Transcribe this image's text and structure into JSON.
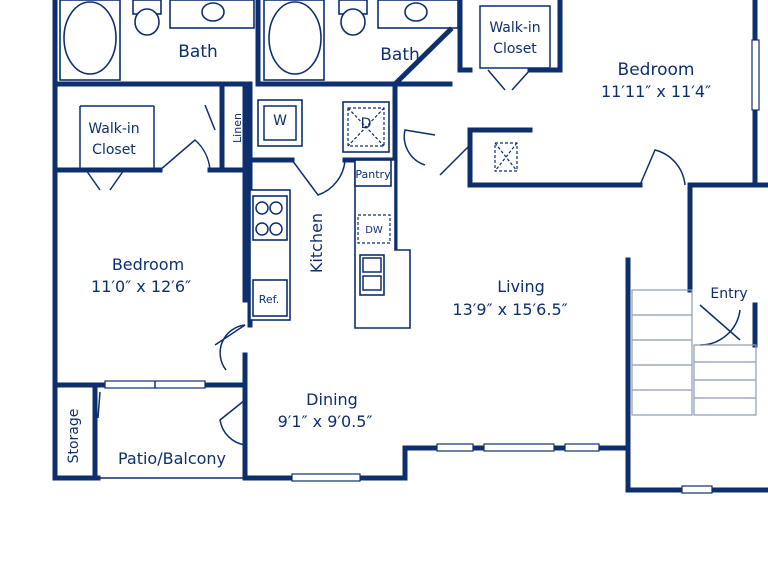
{
  "rooms": {
    "bath_left": "Bath",
    "bath_right": "Bath",
    "walkin_closet_top": [
      "Walk-in",
      "Closet"
    ],
    "walkin_closet_left": [
      "Walk-in",
      "Closet"
    ],
    "bedroom_top": {
      "name": "Bedroom",
      "dims": "11′11″ x 11′4″"
    },
    "bedroom_left": {
      "name": "Bedroom",
      "dims": "11′0″ x 12′6″"
    },
    "linen": "Linen",
    "kitchen": "Kitchen",
    "pantry": "Pantry",
    "living": {
      "name": "Living",
      "dims": "13′9″ x 15′6.5″"
    },
    "entry": "Entry",
    "dining": {
      "name": "Dining",
      "dims": "9′1″ x 9′0.5″"
    },
    "storage": "Storage",
    "patio": "Patio/Balcony"
  },
  "appliances": {
    "washer": "W",
    "dryer": "D",
    "dishwasher": "DW",
    "refrigerator": "Ref."
  },
  "colors": {
    "wall": "#0d2f6e",
    "background": "#ffffff",
    "stairs": "#8d9bb5"
  }
}
